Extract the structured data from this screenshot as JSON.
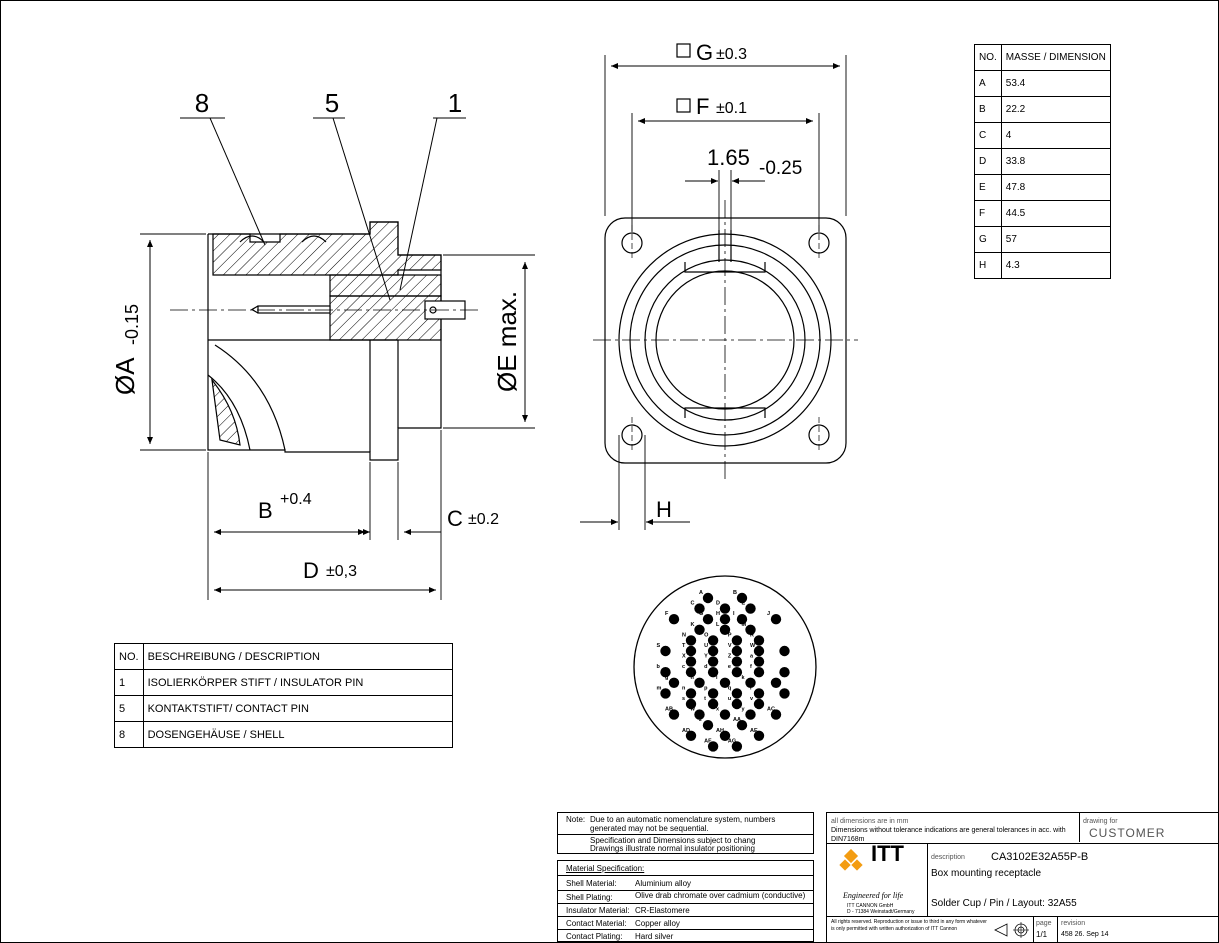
{
  "callouts": {
    "c8": "8",
    "c5": "5",
    "c1": "1"
  },
  "dim_labels": {
    "A": "ØA",
    "A_tol": "-0.15",
    "E": "ØE max.",
    "B": "B",
    "B_tol": "+0.4",
    "C": "C",
    "C_tol": "±0.2",
    "D": "D",
    "D_tol": "±0,3",
    "G": "G",
    "G_tol": "±0.3",
    "F": "F",
    "F_tol": "±0.1",
    "W": "1.65",
    "W_tol": "-0.25",
    "H": "H"
  },
  "dims_table": {
    "headers": [
      "NO.",
      "MASSE / DIMENSION"
    ],
    "rows": [
      [
        "A",
        "53.4"
      ],
      [
        "B",
        "22.2"
      ],
      [
        "C",
        "4"
      ],
      [
        "D",
        "33.8"
      ],
      [
        "E",
        "47.8"
      ],
      [
        "F",
        "44.5"
      ],
      [
        "G",
        "57"
      ],
      [
        "H",
        "4.3"
      ]
    ]
  },
  "desc_table": {
    "headers": [
      "NO.",
      "BESCHREIBUNG / DESCRIPTION"
    ],
    "rows": [
      [
        "1",
        "ISOLIERKÖRPER STIFT / INSULATOR PIN"
      ],
      [
        "5",
        "KONTAKTSTIFT/ CONTACT PIN"
      ],
      [
        "8",
        "DOSENGEHÄUSE / SHELL"
      ]
    ]
  },
  "contact_labels": {
    "r0": [
      "A",
      "B"
    ],
    "r1": [
      "C",
      "D",
      "E"
    ],
    "r2": [
      "F",
      "G",
      "H",
      "I",
      "J"
    ],
    "r3": [
      "K",
      "L",
      "M"
    ],
    "r4": [
      "N",
      "O",
      "P",
      "R"
    ],
    "r5": [
      "S",
      "T",
      "U",
      "V",
      "W"
    ],
    "r6": [
      "X",
      "Y",
      "Z",
      "a"
    ],
    "r7": [
      "b",
      "c",
      "d",
      "e",
      "f"
    ],
    "r8": [
      "g",
      "h",
      "i",
      "k"
    ],
    "r9": [
      "m",
      "n",
      "p",
      "q",
      "r"
    ],
    "r10": [
      "s",
      "t",
      "u",
      "v"
    ],
    "r11": [
      "AB",
      "w",
      "x",
      "y",
      "AC"
    ],
    "r12": [
      "z",
      "AA"
    ],
    "r13": [
      "AD",
      "AH",
      "AE"
    ],
    "r14": [
      "AF",
      "AG"
    ]
  },
  "note": {
    "label": "Note:",
    "text": "Due to an automatic nomenclature system, numbers generated may not be sequential.",
    "line2": "Specification and Dimensions subject to chang",
    "line3": "Drawings illustrate normal insulator positioning"
  },
  "material": {
    "title": "Material Specification:",
    "rows": [
      [
        "Shell Material:",
        "Aluminium alloy"
      ],
      [
        "Shell Plating:",
        "Olive drab chromate over cadmium (conductive)"
      ],
      [
        "Insulator Material:",
        "CR-Elastomere"
      ],
      [
        "Contact Material:",
        "Copper alloy"
      ],
      [
        "Contact Plating:",
        "Hard silver"
      ]
    ]
  },
  "title_block": {
    "units": "all dimensions are in mm",
    "tolerance": "Dimensions without tolerance indications are general tolerances in acc. with DIN7168m",
    "drawing_for_label": "drawing for",
    "drawing_for": "CUSTOMER",
    "logo": "ITT",
    "slogan": "Engineered for life",
    "company": "ITT CANNON GmbH",
    "address": "D - 71384 Weinstadt/Germany",
    "description_label": "description",
    "part_number": "CA3102E32A55P-B",
    "desc1": "Box mounting receptacle",
    "desc2": "Solder Cup / Pin / Layout: 32A55",
    "rights": "All rights reserved. Reproduction or issue to third in any form whatever is only permitted with written authorization of ITT Cannon",
    "page_label": "page",
    "page": "1/1",
    "revision_label": "revision",
    "revision": "458 26. Sep 14"
  },
  "colors": {
    "ink": "#000000",
    "logo_orange": "#f39c12"
  }
}
